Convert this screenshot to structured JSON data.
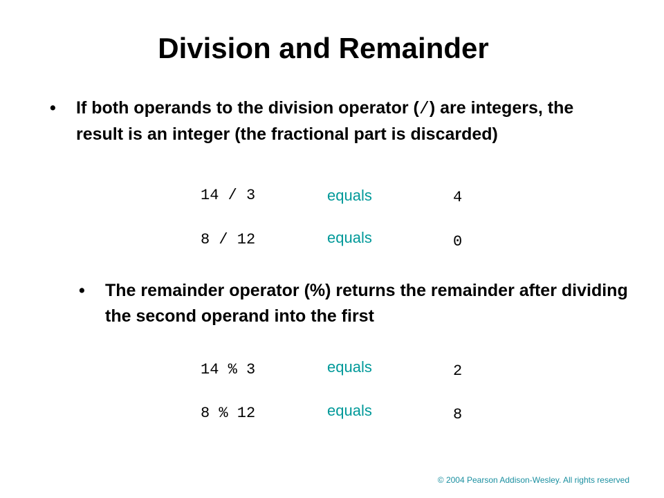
{
  "title": "Division and Remainder",
  "bullet_symbol": "•",
  "bullet1": {
    "text_before": "If both operands to the division operator (",
    "operator": "/",
    "text_after": ") are integers, the result is an integer (the fractional part is discarded)"
  },
  "division_examples": [
    {
      "expression": "14 / 3",
      "word": "equals",
      "result": "4"
    },
    {
      "expression": "8 / 12",
      "word": "equals",
      "result": "0"
    }
  ],
  "bullet2": {
    "text": "The remainder operator (%) returns the remainder after dividing the second operand into the first"
  },
  "remainder_examples": [
    {
      "expression": "14 % 3",
      "word": "equals",
      "result": "2"
    },
    {
      "expression": "8 % 12",
      "word": "equals",
      "result": "8"
    }
  ],
  "footer": "© 2004 Pearson Addison-Wesley. All rights reserved",
  "colors": {
    "title": "#000000",
    "text": "#000000",
    "equals": "#009999",
    "footer": "#1a8fa0"
  }
}
